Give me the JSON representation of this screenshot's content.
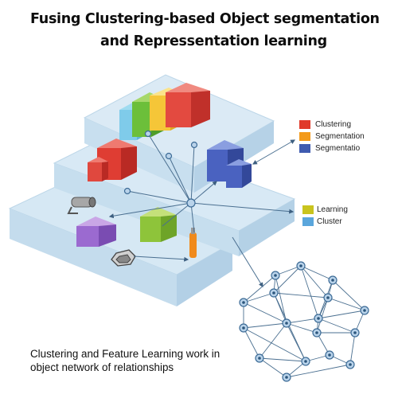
{
  "title": {
    "line1": "Fusing Clustering-based Object segmentation",
    "line2": "and Repressentation learning"
  },
  "legend_top": [
    {
      "label": "Clustering",
      "color": "#e03a2a"
    },
    {
      "label": "Segmentation",
      "color": "#f39a1a"
    },
    {
      "label": "Segmentatio",
      "color": "#3f5bb0"
    }
  ],
  "legend_bottom": [
    {
      "label": "Learning",
      "color": "#c9c41e"
    },
    {
      "label": "Cluster",
      "color": "#5aa6dc"
    }
  ],
  "caption": {
    "line1": "Clustering and Feature Learning work in",
    "line2": "object network of relationships"
  },
  "colors": {
    "platform": "#d4e7f3",
    "platform_edge": "#b6d3e6",
    "node_fill": "#b9d3ea",
    "node_stroke": "#3c6b96",
    "edge_line": "#4a6f90"
  },
  "icons": [
    "pipe-icon",
    "gear-icon",
    "lamp-icon"
  ]
}
